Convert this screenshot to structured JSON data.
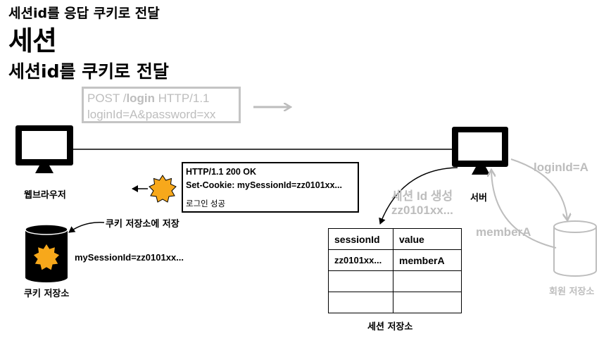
{
  "header": {
    "doc_title": "세션id를 응답 쿠키로 전달",
    "main_title": "세션",
    "sub_title": "세션id를 쿠키로 전달"
  },
  "request": {
    "line1_method": "POST /",
    "line1_path": "login",
    "line1_proto": " HTTP/1.1",
    "line2": "loginId=A&password=xx"
  },
  "response": {
    "line1": "HTTP/1.1 200 OK",
    "line2": "Set-Cookie: mySessionId=zz0101xx...",
    "line3": "로그인 성공"
  },
  "nodes": {
    "browser": "웹브라우저",
    "server": "서버",
    "cookie_store": "쿠키 저장소",
    "member_store": "회원 저장소",
    "session_store": "세션 저장소"
  },
  "annotations": {
    "save_cookie": "쿠키 저장소에 저장",
    "cookie_value": "mySessionId=zz0101xx...",
    "session_gen_line1": "세션 Id 생성",
    "session_gen_line2": "zz0101xx...",
    "login_id": "loginId=A",
    "member": "memberA"
  },
  "session_table": {
    "headers": [
      "sessionId",
      "value"
    ],
    "rows": [
      [
        "zz0101xx...",
        "memberA"
      ],
      [
        "",
        ""
      ],
      [
        "",
        ""
      ]
    ]
  },
  "colors": {
    "sun": "#f7a81b",
    "muted": "#bdbdbd",
    "ink": "#000000"
  }
}
